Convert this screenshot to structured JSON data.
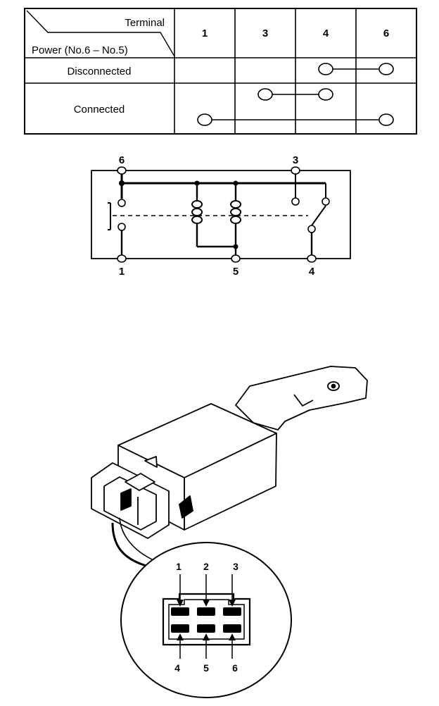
{
  "table": {
    "header_terminal": "Terminal",
    "header_power": "Power (No.6 – No.5)",
    "terminals": [
      "1",
      "3",
      "4",
      "6"
    ],
    "rows": [
      {
        "label": "Disconnected",
        "continuity": [
          [
            "4",
            "6"
          ]
        ]
      },
      {
        "label": "Connected",
        "continuity": [
          [
            "3",
            "4"
          ],
          [
            "1",
            "6"
          ]
        ]
      }
    ]
  },
  "schematic": {
    "top_terminals": [
      "6",
      "3"
    ],
    "bottom_terminals": [
      "1",
      "5",
      "4"
    ]
  },
  "connector": {
    "top_pins": [
      "1",
      "2",
      "3"
    ],
    "bottom_pins": [
      "4",
      "5",
      "6"
    ]
  }
}
